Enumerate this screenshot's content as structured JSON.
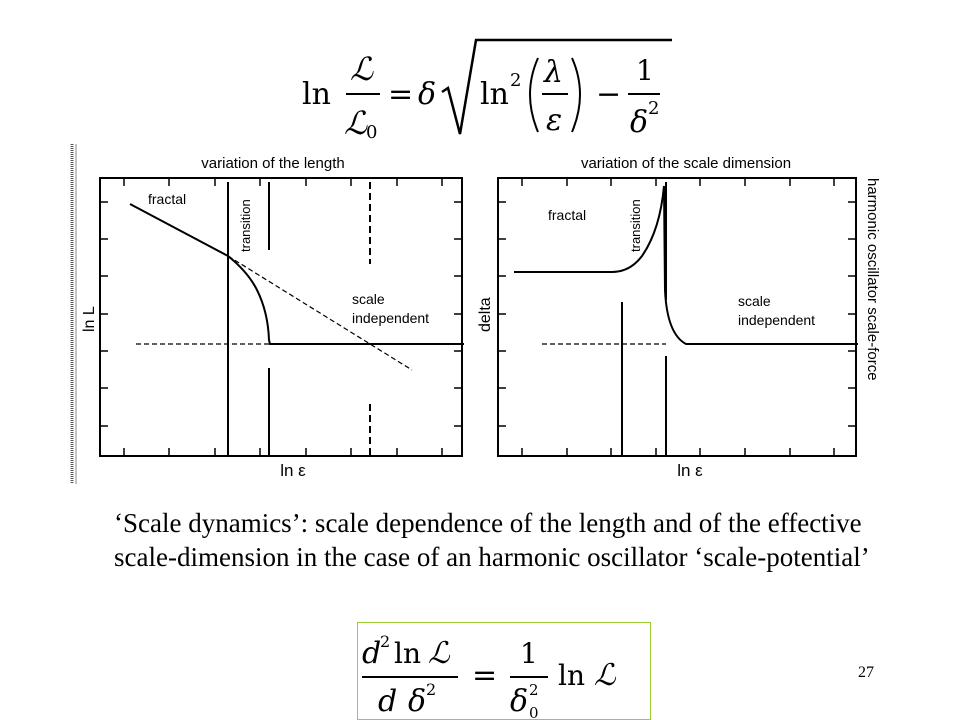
{
  "top_formula": {
    "ln": "ln",
    "numerator": "ℒ",
    "denominator": "ℒ",
    "denominator_sub": "0",
    "equals": "=",
    "delta": "δ",
    "ln2": "ln",
    "sq": "2",
    "lambda": "λ",
    "epsilon": "ε",
    "minus": "−",
    "one": "1",
    "delta_den": "δ",
    "delta_den_sq": "2"
  },
  "left_chart": {
    "title": "variation of the length",
    "ylabel": "ln L",
    "xlabel": "ln ε",
    "annotations": {
      "fractal": "fractal",
      "transition": "transition",
      "scale_line1": "scale",
      "scale_line2": "independent"
    }
  },
  "right_chart": {
    "title": "variation of the scale dimension",
    "ylabel": "delta",
    "xlabel": "ln ε",
    "side_label": "harmonic oscillator scale-force",
    "annotations": {
      "fractal": "fractal",
      "transition": "transition",
      "scale_line1": "scale",
      "scale_line2": "independent"
    }
  },
  "caption": "‘Scale dynamics’:  scale dependence of the length and of the effective scale-dimension in the case of an harmonic oscillator ‘scale-potential’",
  "bottom_formula": {
    "d": "d",
    "d_sup": "2",
    "ln": "ln",
    "L": "ℒ",
    "d_den": "d",
    "delta": "δ",
    "delta_sup": "2",
    "equals": "=",
    "one": "1",
    "delta0": "δ",
    "delta0_sup": "2",
    "delta0_sub": "0",
    "ln_r": "ln",
    "L_r": "ℒ"
  },
  "page_number": "27"
}
